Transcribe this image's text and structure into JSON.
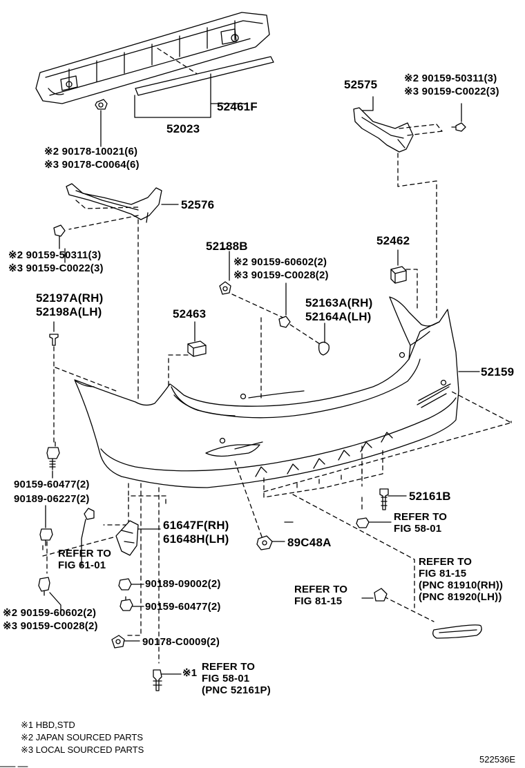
{
  "labels": {
    "p52461F": "52461F",
    "p52023": "52023",
    "nut1_a": "※2 90178-10021(6)",
    "nut1_b": "※3 90178-C0064(6)",
    "p52575": "52575",
    "scr1_a": "※2 90159-50311(3)",
    "scr1_b": "※3 90159-C0022(3)",
    "p52576": "52576",
    "scr2_a": "※2 90159-50311(3)",
    "scr2_b": "※3 90159-C0022(3)",
    "p52188B": "52188B",
    "scr3_a": "※2 90159-60602(2)",
    "scr3_b": "※3 90159-C0028(2)",
    "p52462": "52462",
    "p52197A": "52197A(RH)",
    "p52198A": "52198A(LH)",
    "p52163A": "52163A(RH)",
    "p52164A": "52164A(LH)",
    "p52463": "52463",
    "p52159": "52159",
    "scr4": "90159-60477(2)",
    "scr5": "90189-06227(2)",
    "p61647F": "61647F(RH)",
    "p61648H": "61648H(LH)",
    "p52161B": "52161B",
    "ref58_a": "REFER TO",
    "ref58_b": "FIG 58-01",
    "ref61_a": "REFER TO",
    "ref61_b": "FIG 61-01",
    "p89C48A": "89C48A",
    "scr6": "90189-09002(2)",
    "scr7": "90159-60477(2)",
    "scr8_a": "※2 90159-60602(2)",
    "scr8_b": "※3 90159-C0028(2)",
    "scr9": "90178-C0009(2)",
    "ref81a_a": "REFER TO",
    "ref81a_b": "FIG 81-15",
    "ref81a_c": "(PNC 81910(RH))",
    "ref81a_d": "(PNC 81920(LH))",
    "ref81b_a": "REFER TO",
    "ref81b_b": "FIG 81-15",
    "ref58b_mark": "※1",
    "ref58b_a": "REFER TO",
    "ref58b_b": "FIG 58-01",
    "ref58b_c": "(PNC 52161P)"
  },
  "notes": {
    "n1": "※1 HBD,STD",
    "n2": "※2 JAPAN SOURCED PARTS",
    "n3": "※3 LOCAL SOURCED PARTS"
  },
  "diagram_code": "522536E"
}
